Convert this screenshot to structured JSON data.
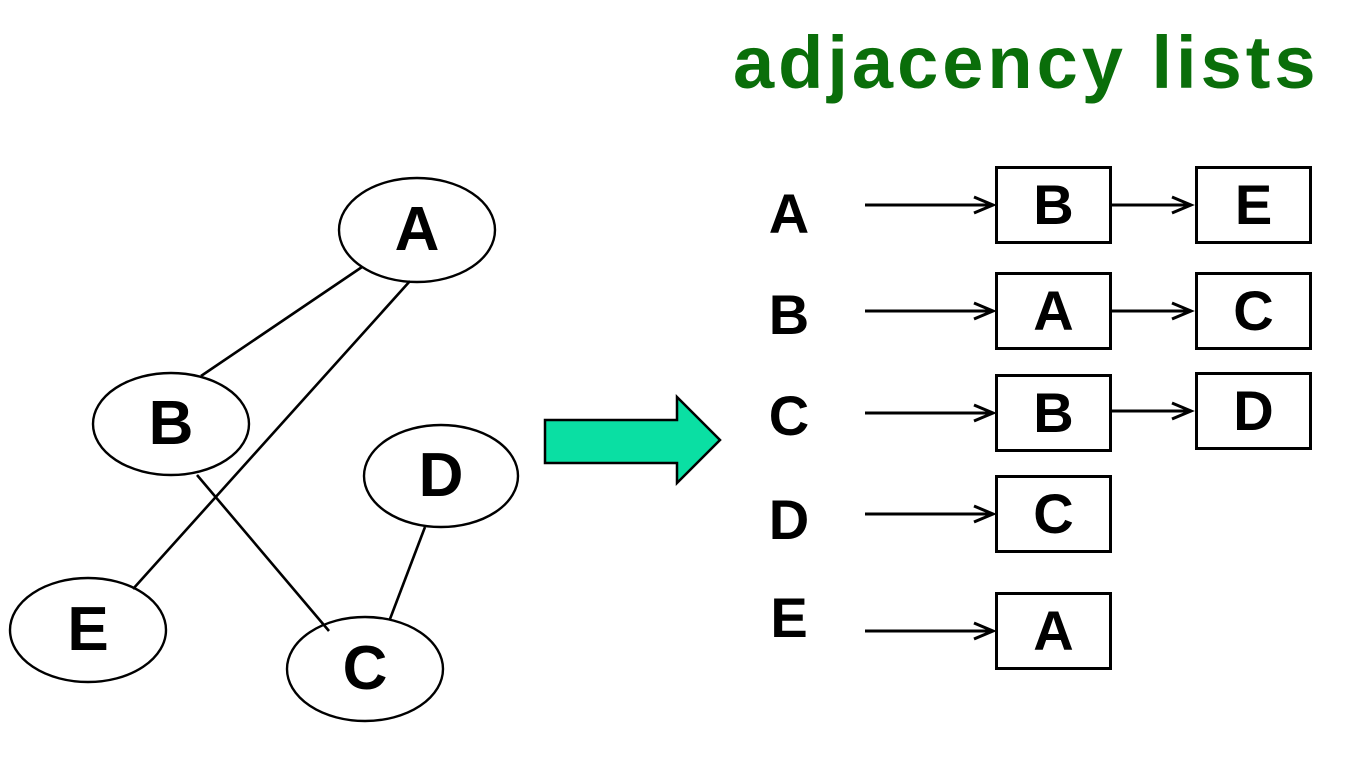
{
  "title": {
    "text": "adjacency lists",
    "color": "#0a6e0a"
  },
  "graph": {
    "nodes": [
      {
        "id": "A",
        "label": "A"
      },
      {
        "id": "B",
        "label": "B"
      },
      {
        "id": "C",
        "label": "C"
      },
      {
        "id": "D",
        "label": "D"
      },
      {
        "id": "E",
        "label": "E"
      }
    ],
    "edges": [
      {
        "from": "A",
        "to": "B"
      },
      {
        "from": "A",
        "to": "E"
      },
      {
        "from": "B",
        "to": "C"
      },
      {
        "from": "C",
        "to": "D"
      }
    ]
  },
  "transform_arrow": {
    "fill": "#0adfa3",
    "stroke": "#000000"
  },
  "adjacency": {
    "rows": [
      {
        "source": "A",
        "neighbors": [
          "B",
          "E"
        ]
      },
      {
        "source": "B",
        "neighbors": [
          "A",
          "C"
        ]
      },
      {
        "source": "C",
        "neighbors": [
          "B",
          "D"
        ]
      },
      {
        "source": "D",
        "neighbors": [
          "C"
        ]
      },
      {
        "source": "E",
        "neighbors": [
          "A"
        ]
      }
    ]
  }
}
